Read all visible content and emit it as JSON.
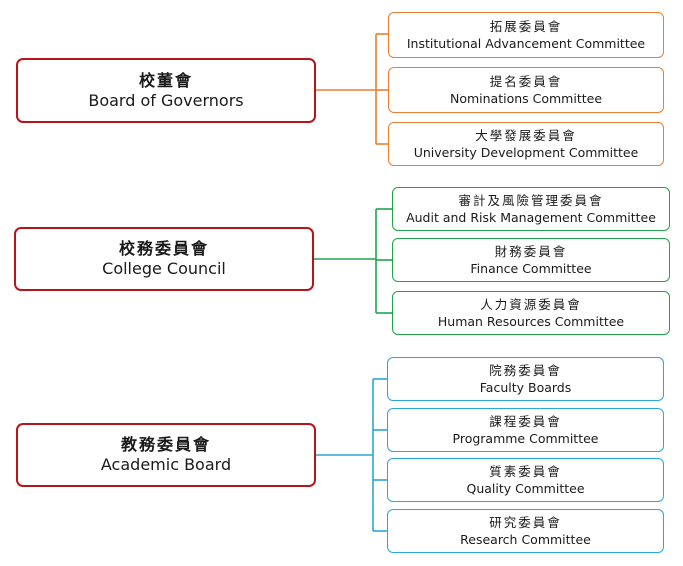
{
  "colors": {
    "main_border": "#b8141b",
    "group1_line": "#ed7d31",
    "group2_line": "#22a44c",
    "group3_line": "#2aa7dc"
  },
  "groups": [
    {
      "main": {
        "zh": "校董會",
        "en": "Board of Governors"
      },
      "children": [
        {
          "zh": "拓展委員會",
          "en": "Institutional Advancement Committee"
        },
        {
          "zh": "提名委員會",
          "en": "Nominations Committee"
        },
        {
          "zh": "大學發展委員會",
          "en": "University Development Committee"
        }
      ]
    },
    {
      "main": {
        "zh": "校務委員會",
        "en": "College Council"
      },
      "children": [
        {
          "zh": "審計及風險管理委員會",
          "en": "Audit and Risk Management Committee"
        },
        {
          "zh": "財務委員會",
          "en": "Finance Committee"
        },
        {
          "zh": "人力資源委員會",
          "en": "Human Resources Committee"
        }
      ]
    },
    {
      "main": {
        "zh": "教務委員會",
        "en": "Academic Board"
      },
      "children": [
        {
          "zh": "院務委員會",
          "en": "Faculty Boards"
        },
        {
          "zh": "課程委員會",
          "en": "Programme Committee"
        },
        {
          "zh": "質素委員會",
          "en": "Quality Committee"
        },
        {
          "zh": "研究委員會",
          "en": "Research Committee"
        }
      ]
    }
  ]
}
